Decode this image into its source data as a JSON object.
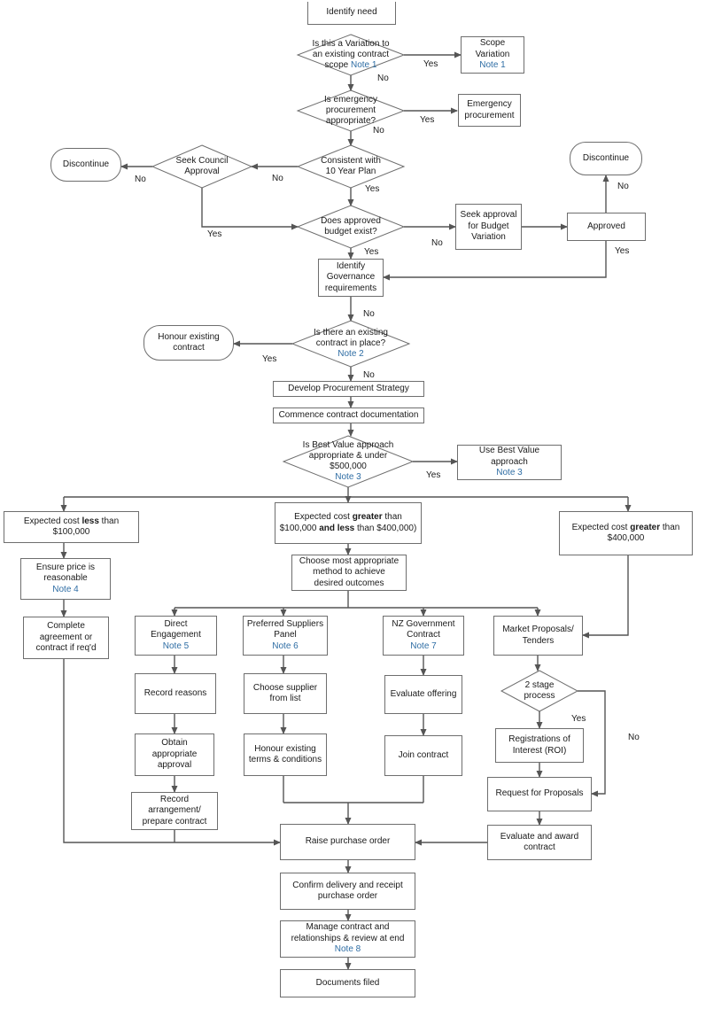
{
  "colors": {
    "stroke": "#555555",
    "box_border": "#6e6e6e",
    "note": "#2e6da4"
  },
  "nodes": {
    "identify_need": {
      "lines": [
        "Identify need"
      ]
    },
    "variation_decision": {
      "lines": [
        "Is this a Variation to",
        "an existing contract",
        "scope"
      ],
      "note": "Note 1"
    },
    "scope_variation": {
      "lines": [
        "Scope",
        "Variation"
      ],
      "note": "Note 1"
    },
    "emergency_decision": {
      "lines": [
        "Is emergency",
        "procurement",
        "appropriate?"
      ]
    },
    "emergency_procurement": {
      "lines": [
        "Emergency",
        "procurement"
      ]
    },
    "ten_year_plan_decision": {
      "lines": [
        "Consistent with",
        "10 Year Plan"
      ]
    },
    "seek_council_decision": {
      "lines": [
        "Seek Council",
        "Approval"
      ]
    },
    "discontinue_left": {
      "lines": [
        "Discontinue"
      ]
    },
    "discontinue_right": {
      "lines": [
        "Discontinue"
      ]
    },
    "budget_decision": {
      "lines": [
        "Does approved",
        "budget exist?"
      ]
    },
    "seek_budget_approval": {
      "lines": [
        "Seek approval",
        "for Budget",
        "Variation"
      ]
    },
    "approved": {
      "lines": [
        "Approved"
      ]
    },
    "governance": {
      "lines": [
        "Identify",
        "Governance",
        "requirements"
      ]
    },
    "existing_contract_decision": {
      "lines": [
        "Is there an existing",
        "contract in place?"
      ],
      "note": "Note 2"
    },
    "honour_existing_contract": {
      "lines": [
        "Honour existing",
        "contract"
      ]
    },
    "procurement_strategy": {
      "lines": [
        "Develop Procurement Strategy"
      ]
    },
    "contract_documentation": {
      "lines": [
        "Commence contract documentation"
      ]
    },
    "best_value_decision": {
      "lines": [
        "Is Best Value approach",
        "appropriate & under",
        "$500,000"
      ],
      "note": "Note 3"
    },
    "use_best_value": {
      "lines": [
        "Use Best Value",
        "approach"
      ],
      "note": "Note 3"
    },
    "cost_less": {
      "pre": "Expected cost ",
      "bold": "less",
      "post": " than",
      "line2": "$100,000"
    },
    "cost_mid": {
      "pre": "Expected cost ",
      "bold": "greater",
      "post": " than",
      "line2_pre": "$100,000 ",
      "line2_bold": "and less",
      "line2_post": " than $400,000)"
    },
    "cost_greater": {
      "pre": "Expected cost ",
      "bold": "greater",
      "post": " than",
      "line2": "$400,000"
    },
    "ensure_price": {
      "lines": [
        "Ensure price is",
        "reasonable"
      ],
      "note": "Note 4"
    },
    "complete_agreement": {
      "lines": [
        "Complete",
        "agreement or",
        "contract if req'd"
      ]
    },
    "choose_method": {
      "lines": [
        "Choose most appropriate",
        "method to achieve",
        "desired outcomes"
      ]
    },
    "direct_engagement": {
      "lines": [
        "Direct",
        "Engagement"
      ],
      "note": "Note 5"
    },
    "preferred_suppliers": {
      "lines": [
        "Preferred Suppliers",
        "Panel"
      ],
      "note": "Note 6"
    },
    "nz_government": {
      "lines": [
        "NZ Government",
        "Contract"
      ],
      "note": "Note 7"
    },
    "market_proposals": {
      "lines": [
        "Market Proposals/",
        "Tenders"
      ]
    },
    "record_reasons": {
      "lines": [
        "Record reasons"
      ]
    },
    "choose_supplier": {
      "lines": [
        "Choose supplier",
        "from list"
      ]
    },
    "evaluate_offering": {
      "lines": [
        "Evaluate offering"
      ]
    },
    "two_stage_decision": {
      "lines": [
        "2 stage",
        "process"
      ]
    },
    "obtain_approval": {
      "lines": [
        "Obtain",
        "appropriate",
        "approval"
      ]
    },
    "honour_terms": {
      "lines": [
        "Honour existing",
        "terms & conditions"
      ]
    },
    "join_contract": {
      "lines": [
        "Join contract"
      ]
    },
    "registrations_interest": {
      "lines": [
        "Registrations of",
        "Interest (ROI)"
      ]
    },
    "record_arrangement": {
      "lines": [
        "Record",
        "arrangement/",
        "prepare contract"
      ]
    },
    "request_proposals": {
      "lines": [
        "Request for Proposals"
      ]
    },
    "raise_po": {
      "lines": [
        "Raise purchase order"
      ]
    },
    "evaluate_award": {
      "lines": [
        "Evaluate and award",
        "contract"
      ]
    },
    "confirm_delivery": {
      "lines": [
        "Confirm delivery and receipt",
        "purchase order"
      ]
    },
    "manage_contract": {
      "lines": [
        "Manage contract and",
        "relationships & review at end"
      ],
      "note": "Note 8"
    },
    "documents_filed": {
      "lines": [
        "Documents filed"
      ]
    }
  },
  "edge_labels": {
    "variation_yes": "Yes",
    "variation_no": "No",
    "emergency_yes": "Yes",
    "emergency_no": "No",
    "plan_no": "No",
    "plan_yes": "Yes",
    "council_no": "No",
    "council_yes": "Yes",
    "budget_no": "No",
    "budget_yes": "Yes",
    "approved_yes": "Yes",
    "discontinue_no": "No",
    "governance_no": "No",
    "existing_yes": "Yes",
    "existing_no": "No",
    "best_value_yes": "Yes",
    "two_stage_yes": "Yes",
    "two_stage_no": "No"
  }
}
